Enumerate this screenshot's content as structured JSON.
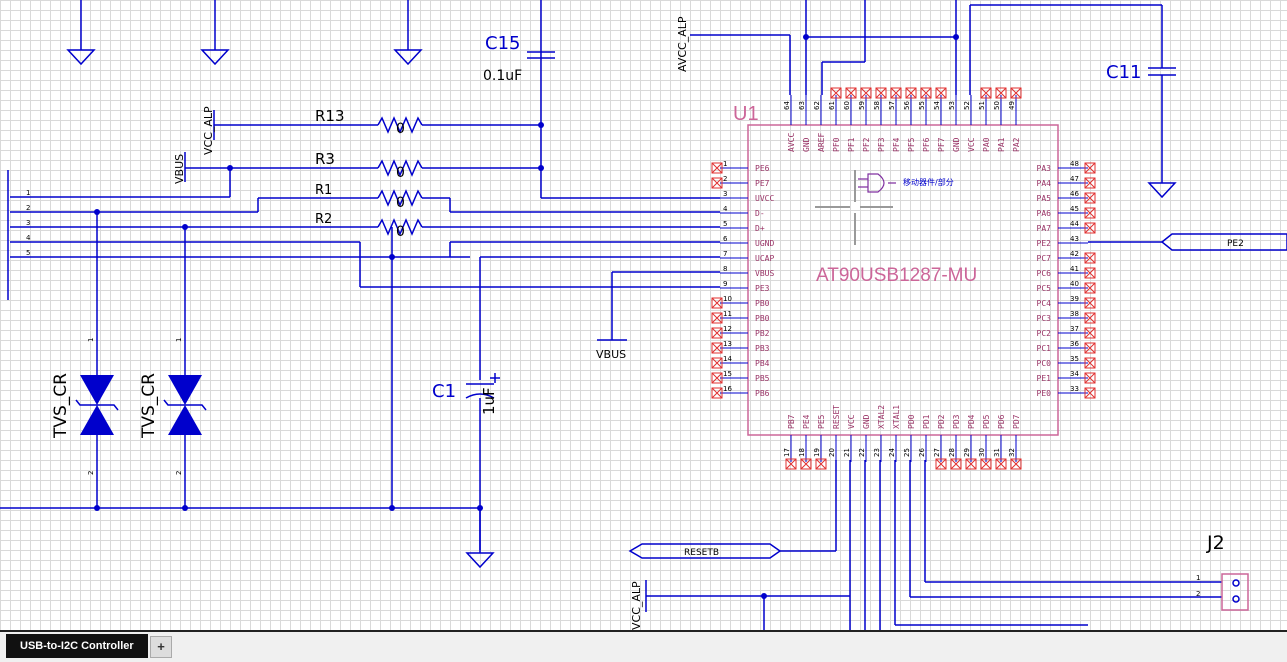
{
  "schematic": {
    "capacitors": {
      "c15": {
        "ref": "C15",
        "value": "0.1uF"
      },
      "c11": {
        "ref": "C11"
      },
      "c1": {
        "ref": "C1",
        "value": "1uF"
      }
    },
    "resistors": [
      {
        "ref": "R13",
        "value": "0"
      },
      {
        "ref": "R3",
        "value": "0"
      },
      {
        "ref": "R1",
        "value": "0"
      },
      {
        "ref": "R2",
        "value": "0"
      }
    ],
    "tvs": {
      "label": "TVS_CR"
    },
    "nets": {
      "vcc_alp": "VCC_ALP",
      "avcc_alp": "AVCC_ALP",
      "vbus": "VBUS",
      "pe2": "PE2",
      "resetb": "RESETB"
    },
    "connector_left_pins": [
      "1",
      "2",
      "3",
      "4",
      "5"
    ],
    "u1": {
      "ref": "U1",
      "part": "AT90USB1287-MU",
      "note": "移动器件/部分",
      "left_pins": [
        {
          "num": "1",
          "name": "PE6"
        },
        {
          "num": "2",
          "name": "PE7"
        },
        {
          "num": "3",
          "name": "UVCC"
        },
        {
          "num": "4",
          "name": "D-"
        },
        {
          "num": "5",
          "name": "D+"
        },
        {
          "num": "6",
          "name": "UGND"
        },
        {
          "num": "7",
          "name": "UCAP"
        },
        {
          "num": "8",
          "name": "VBUS"
        },
        {
          "num": "9",
          "name": "PE3"
        },
        {
          "num": "10",
          "name": "PB0"
        },
        {
          "num": "11",
          "name": "PB0"
        },
        {
          "num": "12",
          "name": "PB2"
        },
        {
          "num": "13",
          "name": "PB3"
        },
        {
          "num": "14",
          "name": "PB4"
        },
        {
          "num": "15",
          "name": "PB5"
        },
        {
          "num": "16",
          "name": "PB6"
        }
      ],
      "right_pins": [
        {
          "num": "48",
          "name": "PA3"
        },
        {
          "num": "47",
          "name": "PA4"
        },
        {
          "num": "46",
          "name": "PA5"
        },
        {
          "num": "45",
          "name": "PA6"
        },
        {
          "num": "44",
          "name": "PA7"
        },
        {
          "num": "43",
          "name": "PE2"
        },
        {
          "num": "42",
          "name": "PC7"
        },
        {
          "num": "41",
          "name": "PC6"
        },
        {
          "num": "40",
          "name": "PC5"
        },
        {
          "num": "39",
          "name": "PC4"
        },
        {
          "num": "38",
          "name": "PC3"
        },
        {
          "num": "37",
          "name": "PC2"
        },
        {
          "num": "36",
          "name": "PC1"
        },
        {
          "num": "35",
          "name": "PC0"
        },
        {
          "num": "34",
          "name": "PE1"
        },
        {
          "num": "33",
          "name": "PE0"
        }
      ],
      "top_pins": [
        {
          "num": "64",
          "name": "AVCC"
        },
        {
          "num": "63",
          "name": "GND"
        },
        {
          "num": "62",
          "name": "AREF"
        },
        {
          "num": "61",
          "name": "PF0"
        },
        {
          "num": "60",
          "name": "PF1"
        },
        {
          "num": "59",
          "name": "PF2"
        },
        {
          "num": "58",
          "name": "PF3"
        },
        {
          "num": "57",
          "name": "PF4"
        },
        {
          "num": "56",
          "name": "PF5"
        },
        {
          "num": "55",
          "name": "PF6"
        },
        {
          "num": "54",
          "name": "PF7"
        },
        {
          "num": "53",
          "name": "GND"
        },
        {
          "num": "52",
          "name": "VCC"
        },
        {
          "num": "51",
          "name": "PA0"
        },
        {
          "num": "50",
          "name": "PA1"
        },
        {
          "num": "49",
          "name": "PA2"
        }
      ],
      "bottom_pins": [
        {
          "num": "17",
          "name": "PB7"
        },
        {
          "num": "18",
          "name": "PE4"
        },
        {
          "num": "19",
          "name": "PE5"
        },
        {
          "num": "20",
          "name": "RESET"
        },
        {
          "num": "21",
          "name": "VCC"
        },
        {
          "num": "22",
          "name": "GND"
        },
        {
          "num": "23",
          "name": "XTAL2"
        },
        {
          "num": "24",
          "name": "XTAL1"
        },
        {
          "num": "25",
          "name": "PD0"
        },
        {
          "num": "26",
          "name": "PD1"
        },
        {
          "num": "27",
          "name": "PD2"
        },
        {
          "num": "28",
          "name": "PD3"
        },
        {
          "num": "29",
          "name": "PD4"
        },
        {
          "num": "30",
          "name": "PD5"
        },
        {
          "num": "31",
          "name": "PD6"
        },
        {
          "num": "32",
          "name": "PD7"
        }
      ]
    },
    "j2": {
      "ref": "J2",
      "pins": [
        "1",
        "2"
      ]
    }
  },
  "tabs": [
    {
      "label": "USB-to-I2C Controller"
    }
  ],
  "add_tab_label": "+",
  "colors": {
    "wire": "#0000cc",
    "component_body": "#cc6699",
    "no_connect": "#e03030",
    "grid": "#d9d9d9"
  }
}
